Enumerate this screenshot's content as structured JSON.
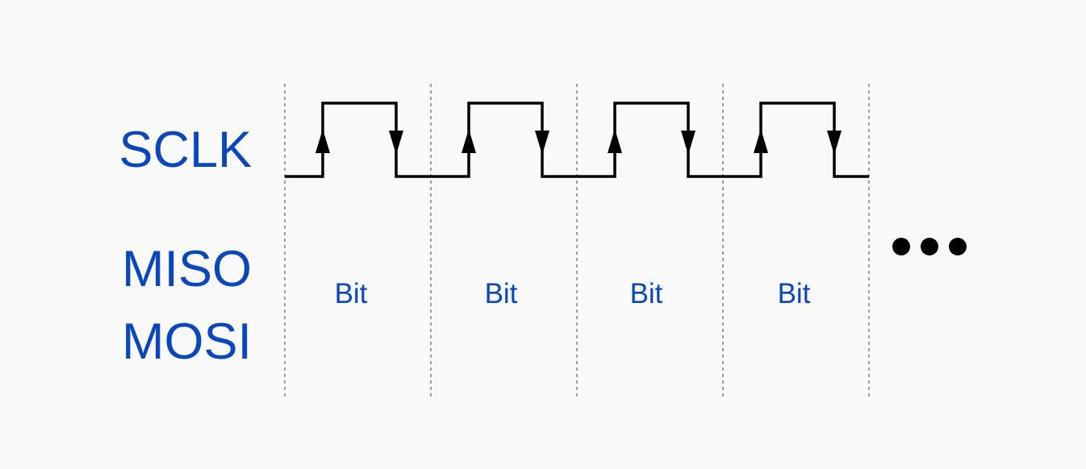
{
  "signals": {
    "clock": "SCLK",
    "data_in": "MISO",
    "data_out": "MOSI"
  },
  "bits": [
    "Bit",
    "Bit",
    "Bit",
    "Bit"
  ],
  "continuation": "•••",
  "colors": {
    "label": "#0a47bd",
    "waveform": "#000000",
    "divider": "#888888",
    "background": "#f9f9f9"
  },
  "clock_cycles": 4
}
